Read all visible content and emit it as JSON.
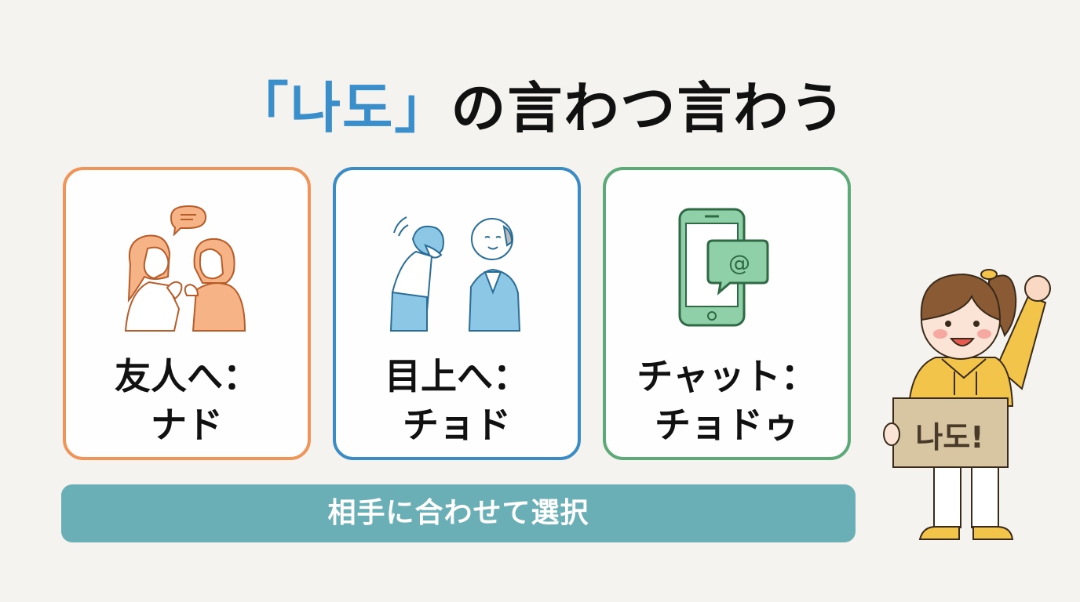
{
  "title": {
    "accent": "「나도」",
    "rest": "の言わつ言わう"
  },
  "cards": [
    {
      "id": "friends",
      "icon": "friends-talking-icon",
      "line1": "友人へ：",
      "line2": "ナド",
      "border_color": "#ef9559"
    },
    {
      "id": "seniors",
      "icon": "bowing-to-elder-icon",
      "line1": "目上へ：",
      "line2": "チョド",
      "border_color": "#3c8cc3"
    },
    {
      "id": "chat",
      "icon": "smartphone-chat-icon",
      "line1": "チャット：",
      "line2": "チョドゥ",
      "border_color": "#5ea978"
    }
  ],
  "banner": {
    "text": "相手に合わせて選択",
    "color": "#6aafb5"
  },
  "mascot": {
    "sign_text": "나도!"
  },
  "colors": {
    "background": "#f4f3f0",
    "title_accent": "#3a8fcb"
  }
}
